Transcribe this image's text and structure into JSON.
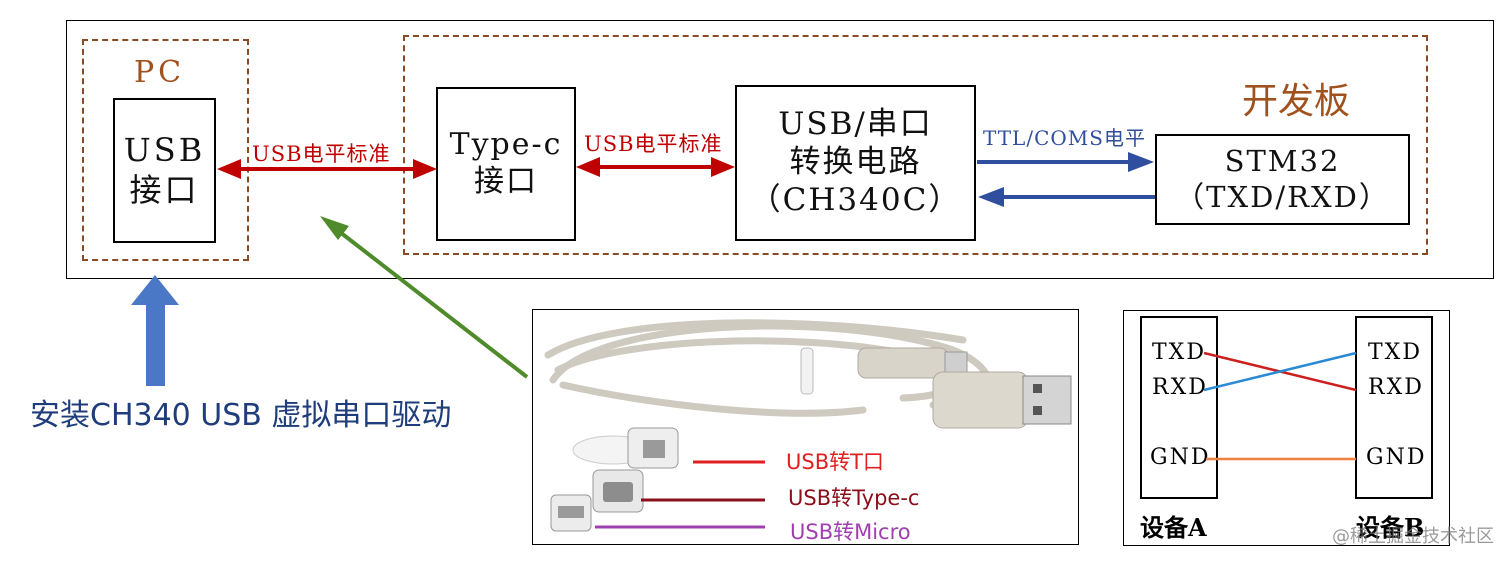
{
  "pc": {
    "title": "PC",
    "usb_port": [
      "USB",
      "接口"
    ]
  },
  "board": {
    "title": "开发板",
    "typec_port": [
      "Type-c",
      "接口"
    ],
    "converter": [
      "USB/串口",
      "转换电路",
      "（CH340C）"
    ],
    "mcu": [
      "STM32",
      "（TXD/RXD）"
    ]
  },
  "links": {
    "pc_to_typec": "USB电平标准",
    "typec_to_converter": "USB电平标准",
    "converter_to_mcu": "TTL/COMS电平"
  },
  "driver_note": "安装CH340 USB 虚拟串口驱动",
  "cable_photo": {
    "adapters": [
      {
        "label": "USB转T口",
        "color": "#e02020"
      },
      {
        "label": "USB转Type-c",
        "color": "#8b0f1a"
      },
      {
        "label": "USB转Micro",
        "color": "#a040b0"
      }
    ]
  },
  "wiring": {
    "device_a": {
      "pins": [
        "TXD",
        "RXD",
        "GND"
      ],
      "caption": "设备A"
    },
    "device_b": {
      "pins": [
        "TXD",
        "RXD",
        "GND"
      ],
      "caption": "设备B"
    },
    "colors": {
      "txd_to_rxd": "#cc2020",
      "rxd_to_txd": "#2a8ad4",
      "gnd": "#f08040"
    }
  },
  "watermark": "@稀土掘金技术社区",
  "colors": {
    "red_arrow": "#c00000",
    "blue_arrow": "#2f4f9e",
    "green_arrow": "#4f8a2b",
    "up_arrow": "#4a78c6",
    "dashed_border": "#8a4a24",
    "title_brown": "#a0521e"
  }
}
